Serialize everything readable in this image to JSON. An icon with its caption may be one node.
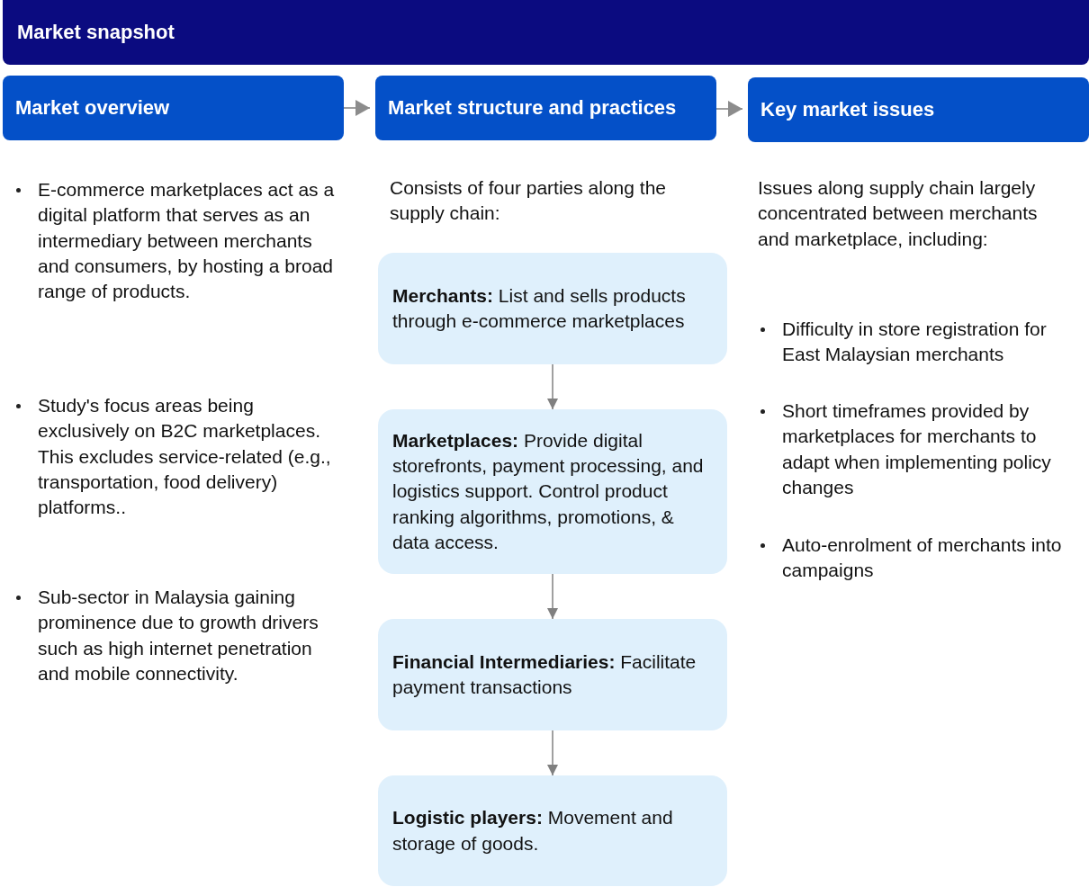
{
  "diagram": {
    "nodes": [
      {
        "text": [
          "Market snapshot"
        ]
      },
      {
        "text": [
          "Market overview"
        ]
      },
      {
        "text": [
          "Market structure and practices"
        ]
      },
      {
        "text": [
          "Key market issues"
        ]
      },
      {
        "text": [
          "**Merchants:** List and sells products through e-commerce marketplaces"
        ]
      },
      {
        "text": [
          "**Marketplaces:** Provide digital storefronts, payment processing, and logistics support. Control product ranking algorithms, promotions, & data access."
        ]
      },
      {
        "text": [
          "**Financial Intermediaries:** Facilitate payment transactions"
        ]
      },
      {
        "text": [
          "**Logistic players:** Movement and storage of goods."
        ]
      }
    ],
    "edges": [
      {
        "from": 1,
        "to": 2,
        "arrow": "to"
      },
      {
        "from": 2,
        "to": 3,
        "arrow": "to"
      },
      {
        "from": 4,
        "to": 5,
        "arrow": "to"
      },
      {
        "from": 5,
        "to": 6,
        "arrow": "to"
      },
      {
        "from": 6,
        "to": 7,
        "arrow": "to"
      }
    ],
    "labels": [
      "E-commerce marketplaces act as a digital platform that serves as an intermediary between merchants and consumers, by hosting a broad range of products.",
      "Study's focus areas being exclusively on B2C marketplaces. This excludes service-related (e.g., transportation, food delivery) platforms..",
      "Sub-sector in Malaysia gaining prominence due to growth drivers such as high internet penetration and mobile connectivity.",
      "Consists of four parties along the supply chain:",
      "Issues along supply chain largely concentrated between merchants and marketplace, including:",
      "Difficulty in store registration for East Malaysian merchants",
      "Short timeframes provided by marketplaces for merchants to adapt when implementing policy changes",
      "Auto-enrolment of merchants into campaigns"
    ]
  }
}
